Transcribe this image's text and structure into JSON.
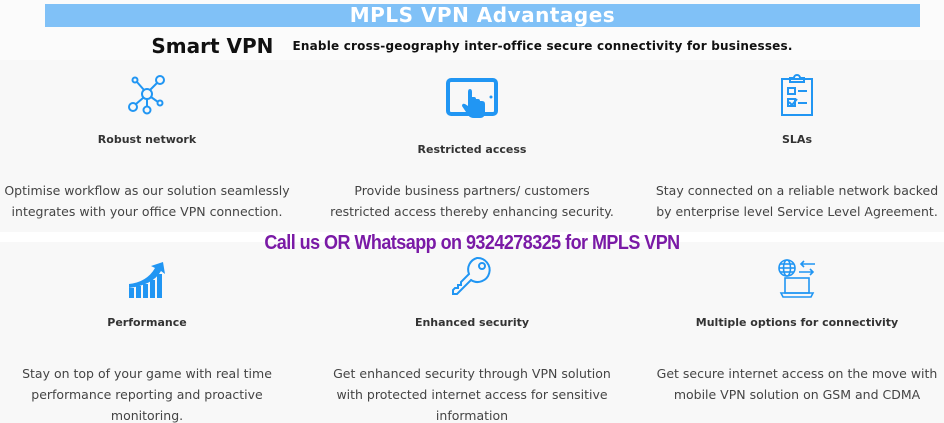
{
  "header": {
    "title": "MPLS VPN Advantages",
    "title_bg": "#80c1f7",
    "brand": "Smart VPN",
    "tagline": "Enable cross-geography inter-office secure connectivity for businesses."
  },
  "cta": {
    "text": "Call us  OR Whatsapp on 9324278325 for MPLS VPN",
    "color": "#7a1aa6",
    "phone": "9324278325"
  },
  "features": [
    {
      "icon": "network-nodes-icon",
      "heading": "Robust network",
      "lines": [
        "Optimise workflow as our solution seamlessly",
        "integrates with your office VPN connection."
      ]
    },
    {
      "icon": "tablet-touch-icon",
      "heading": "Restricted access",
      "lines": [
        "Provide business partners/ customers",
        "restricted access thereby enhancing security."
      ]
    },
    {
      "icon": "clipboard-checklist-icon",
      "heading": "SLAs",
      "lines": [
        "Stay connected on a reliable network backed",
        "by enterprise level Service Level Agreement."
      ]
    },
    {
      "icon": "growth-chart-icon",
      "heading": "Performance",
      "lines": [
        "Stay on top of your game with real time",
        "performance reporting and proactive",
        "monitoring."
      ]
    },
    {
      "icon": "key-icon",
      "heading": "Enhanced security",
      "lines": [
        "Get enhanced security through VPN solution",
        "with protected internet access for sensitive",
        "information"
      ]
    },
    {
      "icon": "globe-laptop-icon",
      "heading": "Multiple options for connectivity",
      "lines": [
        "Get secure internet access on the move with",
        "mobile VPN solution on GSM and CDMA"
      ]
    }
  ],
  "accent_color": "#2196f3"
}
